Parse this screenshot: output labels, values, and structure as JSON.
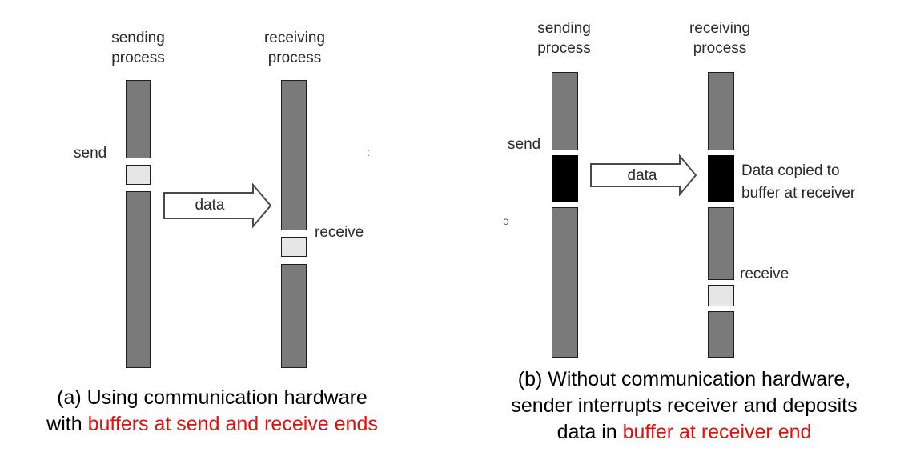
{
  "panel_a": {
    "sender_title_1": "sending",
    "sender_title_2": "process",
    "receiver_title_1": "receiving",
    "receiver_title_2": "process",
    "send_label": "send",
    "receive_label": "receive",
    "arrow_label": "data",
    "caption_line1": "(a) Using communication hardware",
    "caption_line2_plain": "with ",
    "caption_line2_red": "buffers at send and receive ends",
    "stray_mark": ":"
  },
  "panel_b": {
    "sender_title_1": "sending",
    "sender_title_2": "process",
    "receiver_title_1": "receiving",
    "receiver_title_2": "process",
    "send_label": "send",
    "receive_label": "receive",
    "arrow_label": "data",
    "copied_label_1": "Data copied to",
    "copied_label_2": "buffer at receiver",
    "caption_line1": "(b) Without communication hardware,",
    "caption_line2": "sender interrupts receiver and deposits",
    "caption_line3_plain": "data in ",
    "caption_line3_red": "buffer at receiver end",
    "stray_mark": "ə"
  },
  "colors": {
    "bar": "#7a7a7a",
    "buffer_empty": "#e6e6e6",
    "buffer_filled": "#000000",
    "highlight": "#e01010"
  }
}
